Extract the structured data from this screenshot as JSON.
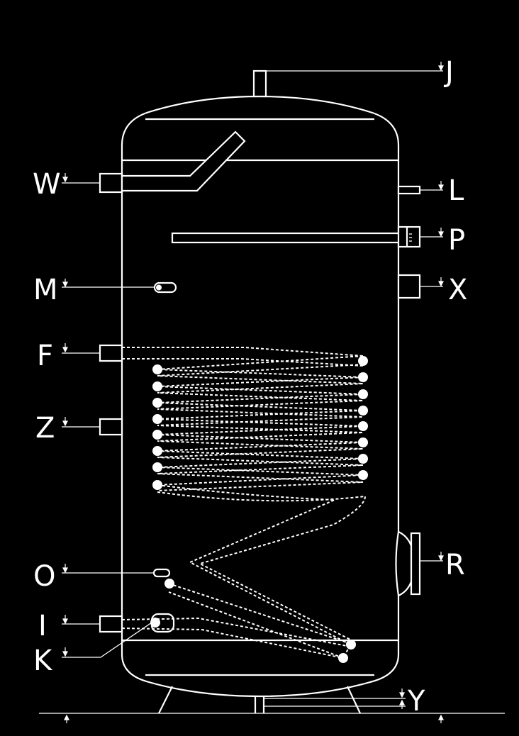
{
  "labels": {
    "J": "J",
    "W": "W",
    "L": "L",
    "P": "P",
    "M": "M",
    "X": "X",
    "F": "F",
    "Z": "Z",
    "R": "R",
    "O": "O",
    "I": "I",
    "K": "K",
    "Y": "Y"
  },
  "colors": {
    "background": "#000000",
    "line": "#ffffff"
  }
}
